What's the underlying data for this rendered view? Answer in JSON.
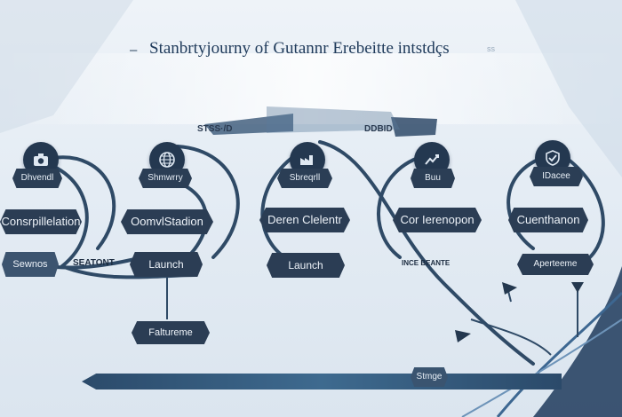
{
  "title": {
    "dash": "–",
    "text": "Stanbrtyjourny of Gutannr Erebeitte intstdçs",
    "tail": "ss"
  },
  "banners": {
    "left": "STSS·/D",
    "right": "DDBID"
  },
  "colors": {
    "node": "#243850",
    "pill": "#2b3e55",
    "tag": "#2b3d54",
    "background": "#e4ecf4"
  },
  "stages": [
    {
      "icon": "camera-icon",
      "pill": "Dhvendl"
    },
    {
      "icon": "globe-icon",
      "pill": "Shmwrry"
    },
    {
      "icon": "factory-icon",
      "pill": "Sbreqrll"
    },
    {
      "icon": "chart-icon",
      "pill": "Buu"
    },
    {
      "icon": "shield-icon",
      "pill": "IDacee"
    }
  ],
  "tags": {
    "consolidation": "Consrpillelation",
    "owmvi": "OomvlStadion",
    "deren": "Deren Clelentr",
    "cor": "Cor Ierenopon",
    "cuentha": "Cuenthanon",
    "launch_a": "Launch",
    "launch_b": "Launch",
    "sewnos": "Sewnos",
    "faltuene": "Faltureme",
    "aper": "Aperteeme"
  },
  "labels": {
    "seatony": "SEATONT",
    "snce": "INCE BEANTE"
  },
  "timeline": {
    "node": "Stmge"
  }
}
